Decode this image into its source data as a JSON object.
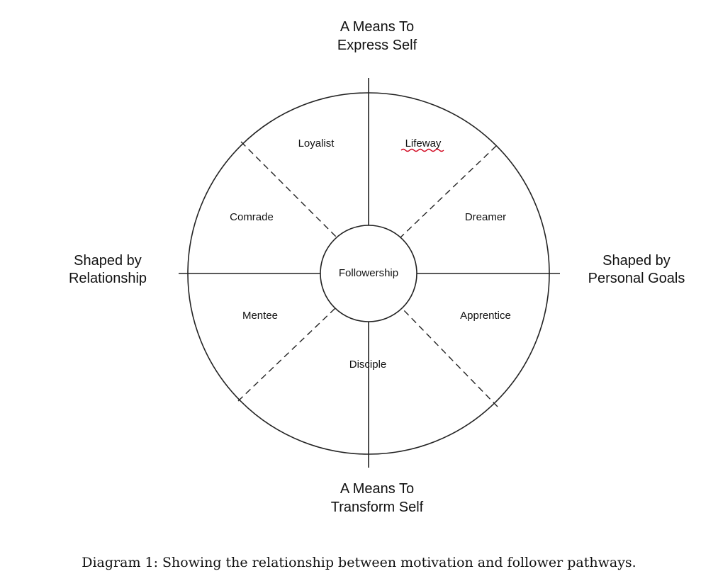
{
  "diagram": {
    "axes": {
      "top": [
        "A Means To",
        "Express Self"
      ],
      "bottom": [
        "A Means To",
        "Transform Self"
      ],
      "left": [
        "Shaped by",
        "Relationship"
      ],
      "right": [
        "Shaped by",
        "Personal Goals"
      ]
    },
    "center": "Followership",
    "segments": {
      "loyalist": "Loyalist",
      "lifeway": "Lifeway",
      "comrade": "Comrade",
      "dreamer": "Dreamer",
      "mentee": "Mentee",
      "apprentice": "Apprentice",
      "disciple": "Disciple"
    },
    "colors": {
      "line": "#222222",
      "spellcheck_underline": "#d0021b"
    }
  },
  "caption": "Diagram 1: Showing the relationship between motivation and follower pathways."
}
